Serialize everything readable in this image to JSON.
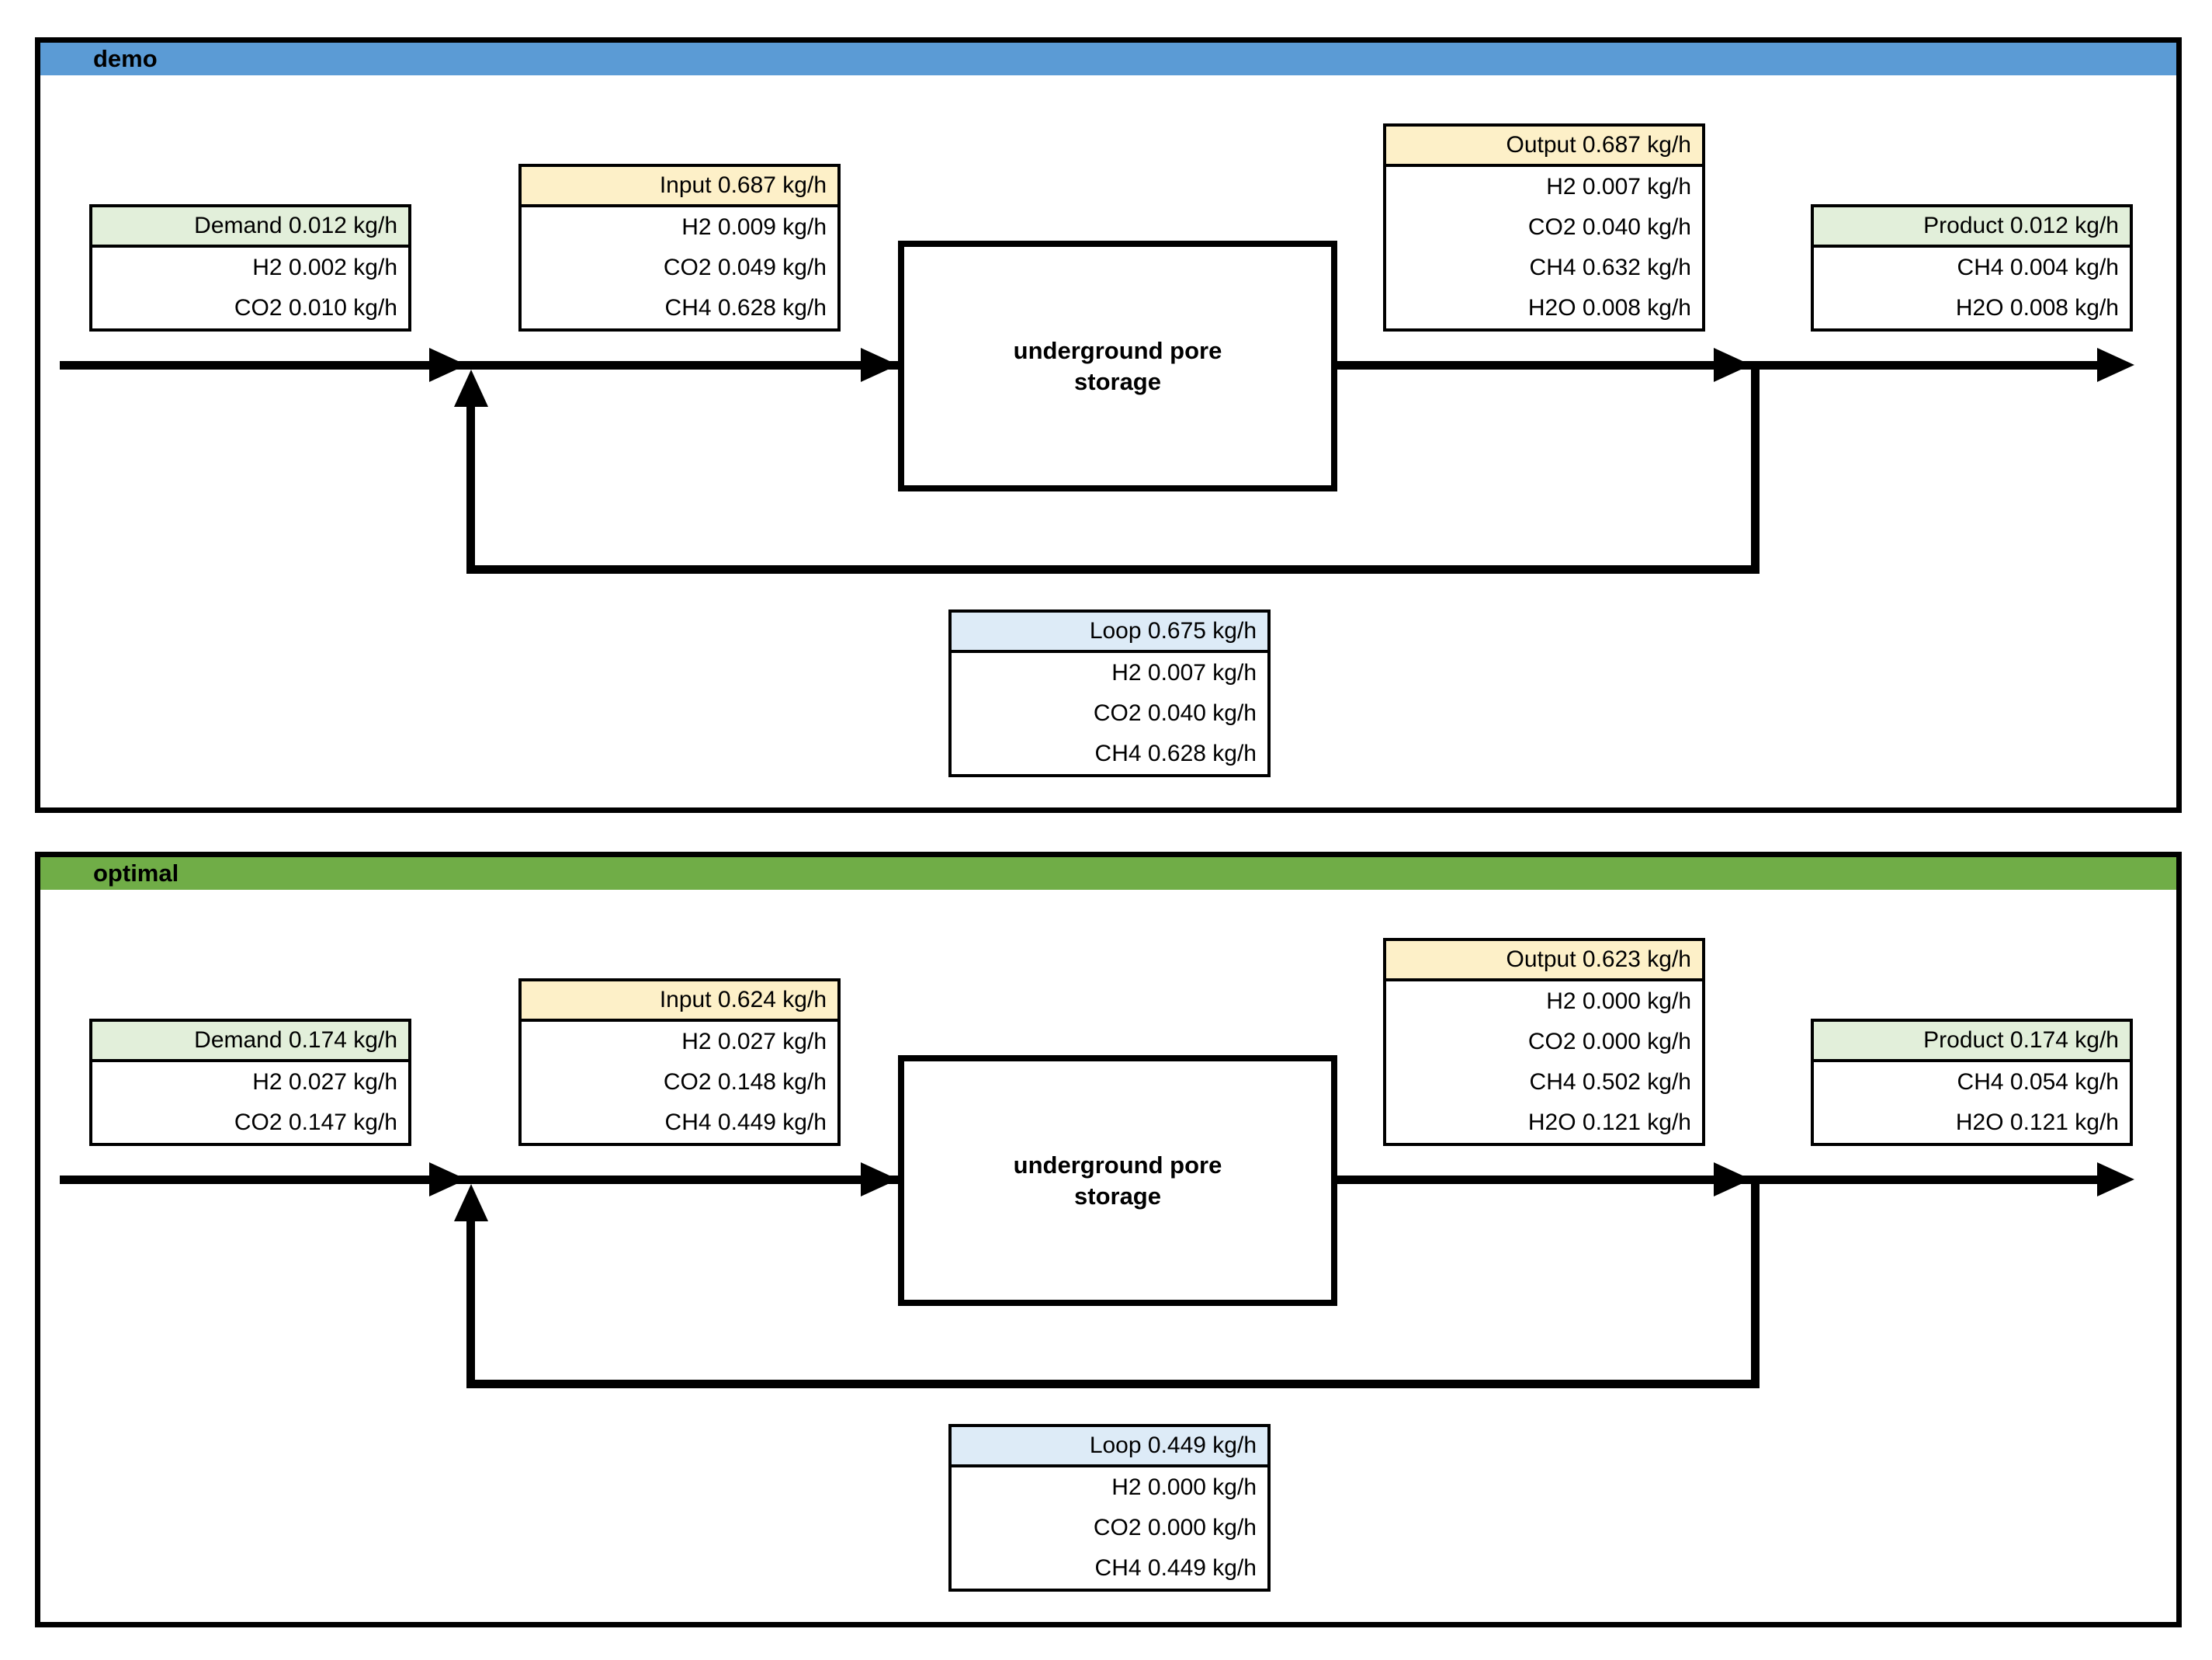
{
  "page": {
    "background": "#ffffff"
  },
  "colors": {
    "demo_titlebar": "#5b9bd5",
    "optimal_titlebar": "#70ad47",
    "header_green": "#e2efda",
    "header_yellow": "#fdf0c8",
    "header_blue": "#ddebf7",
    "line": "#000000"
  },
  "panels": [
    {
      "id": "demo",
      "title": "demo",
      "titlebar_color": "#5b9bd5",
      "storage_label": "underground pore\nstorage",
      "boxes": {
        "demand": {
          "header": "Demand 0.012 kg/h",
          "rows": [
            "H2 0.002 kg/h",
            "CO2 0.010 kg/h"
          ]
        },
        "input": {
          "header": "Input 0.687 kg/h",
          "rows": [
            "H2 0.009 kg/h",
            "CO2 0.049 kg/h",
            "CH4 0.628 kg/h"
          ]
        },
        "output": {
          "header": "Output 0.687 kg/h",
          "rows": [
            "H2 0.007 kg/h",
            "CO2 0.040 kg/h",
            "CH4 0.632 kg/h",
            "H2O 0.008 kg/h"
          ]
        },
        "product": {
          "header": "Product 0.012 kg/h",
          "rows": [
            "CH4 0.004 kg/h",
            "H2O 0.008 kg/h"
          ]
        },
        "loop": {
          "header": "Loop 0.675 kg/h",
          "rows": [
            "H2 0.007 kg/h",
            "CO2 0.040 kg/h",
            "CH4 0.628 kg/h"
          ]
        }
      }
    },
    {
      "id": "optimal",
      "title": "optimal",
      "titlebar_color": "#70ad47",
      "storage_label": "underground pore\nstorage",
      "boxes": {
        "demand": {
          "header": "Demand 0.174 kg/h",
          "rows": [
            "H2 0.027 kg/h",
            "CO2 0.147 kg/h"
          ]
        },
        "input": {
          "header": "Input 0.624 kg/h",
          "rows": [
            "H2 0.027 kg/h",
            "CO2 0.148 kg/h",
            "CH4 0.449 kg/h"
          ]
        },
        "output": {
          "header": "Output 0.623 kg/h",
          "rows": [
            "H2 0.000 kg/h",
            "CO2 0.000 kg/h",
            "CH4 0.502 kg/h",
            "H2O 0.121 kg/h"
          ]
        },
        "product": {
          "header": "Product 0.174 kg/h",
          "rows": [
            "CH4 0.054 kg/h",
            "H2O 0.121 kg/h"
          ]
        },
        "loop": {
          "header": "Loop 0.449 kg/h",
          "rows": [
            "H2 0.000 kg/h",
            "CO2 0.000 kg/h",
            "CH4 0.449 kg/h"
          ]
        }
      }
    }
  ]
}
